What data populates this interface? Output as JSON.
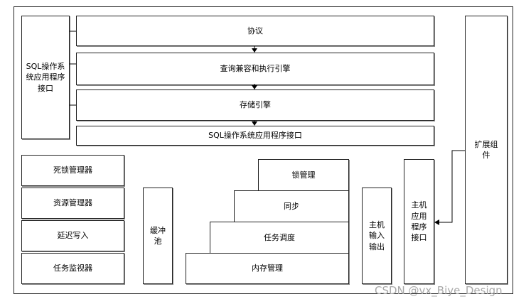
{
  "diagram": {
    "sqlos_api_side": "SQL操作系统应用程序接口",
    "protocol_layer": "协议",
    "query_engine": "查询兼容和执行引擎",
    "storage_engine": "存储引擎",
    "sqlos_api_bar": "SQL操作系统应用程序接口",
    "extension": "扩展组件",
    "host_app_interface": "主机应用程序接口",
    "host_io": "主机输入输出",
    "buffer_pool": "缓冲池",
    "managers": [
      "死锁管理器",
      "资源管理器",
      "延迟写入",
      "任务监视器"
    ],
    "stack": [
      "锁管理",
      "同步",
      "任务调度",
      "内存管理"
    ]
  },
  "watermark": "CSDN @vx_Biye_Design"
}
